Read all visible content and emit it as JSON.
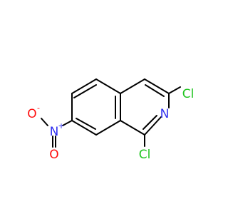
{
  "molecule": {
    "atoms": {
      "cl_top": {
        "symbol": "Cl",
        "color": "#1fc41f"
      },
      "cl_bottom": {
        "symbol": "Cl",
        "color": "#1fc41f"
      },
      "ring_nitrogen": {
        "symbol": "N",
        "color": "#3030f0"
      },
      "nitro_nitrogen": {
        "symbol": "N",
        "color": "#3030f0",
        "charge": "+"
      },
      "nitro_oxygen_left": {
        "symbol": "O",
        "color": "#ff0d0d",
        "charge": "-"
      },
      "nitro_oxygen_bottom": {
        "symbol": "O",
        "color": "#ff0d0d"
      }
    },
    "bond_color": "#000000"
  }
}
